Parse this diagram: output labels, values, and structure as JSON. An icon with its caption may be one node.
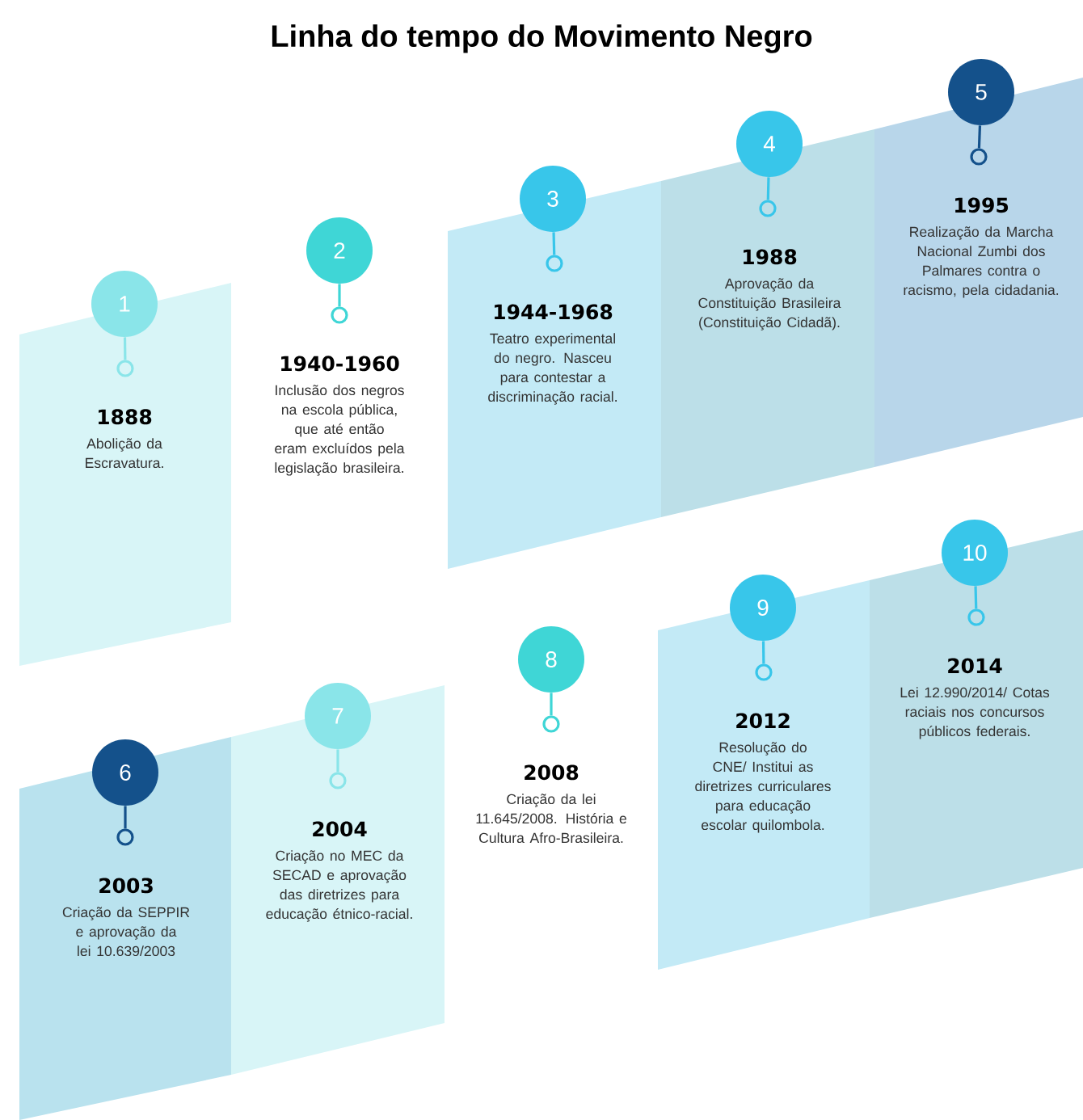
{
  "diagram": {
    "title": "Linha do tempo do Movimento Negro",
    "nodes": [
      {
        "text": [
          "1"
        ]
      },
      {
        "text": [],
        "shape": "circle",
        "in": 2
      },
      {
        "text": [
          "1888",
          "Abolição da Escravatura."
        ]
      },
      {
        "text": [
          "2"
        ]
      },
      {
        "text": [],
        "shape": "circle"
      },
      {
        "text": [
          "1940-1960",
          "Inclusão dos negros na escola pública, que até então eram excluídos pela legislação brasileira."
        ]
      },
      {
        "text": [
          "3"
        ]
      },
      {
        "text": [],
        "shape": "circle",
        "in": 8
      },
      {
        "text": [
          "1944-1968",
          "Teatro experimental do negro. Nasceu para contestar a discriminação racial."
        ]
      },
      {
        "text": [
          "4"
        ]
      },
      {
        "text": [],
        "shape": "circle",
        "in": 11
      },
      {
        "text": [
          "1988",
          "Aprovação da Constituição Brasileira (Constituição Cidadã)."
        ]
      },
      {
        "text": [
          "5"
        ]
      },
      {
        "text": [],
        "shape": "circle",
        "in": 14
      },
      {
        "text": [
          "1995",
          "Realização da Marcha Nacional Zumbi dos Palmares contra o racismo, pela cidadania."
        ]
      },
      {
        "text": [
          "6"
        ],
        "in": 17
      },
      {
        "text": [],
        "shape": "circle",
        "in": 17
      },
      {
        "text": [
          "2003",
          "Criação da SEPPIR e aprovação da lei 10.639/2003"
        ]
      },
      {
        "text": [
          "7"
        ],
        "in": 20
      },
      {
        "text": [],
        "shape": "circle",
        "in": 20
      },
      {
        "text": [
          "2004",
          "Criação no MEC da SECAD e aprovação das diretrizes para educação étnico-racial."
        ]
      },
      {
        "text": [
          "8"
        ]
      },
      {
        "text": [],
        "shape": "circle"
      },
      {
        "text": [
          "2008",
          "Criação da lei 11.645/2008. História e Cultura Afro-Brasileira."
        ]
      },
      {
        "text": [
          "9"
        ]
      },
      {
        "text": [],
        "shape": "circle",
        "in": 26
      },
      {
        "text": [
          "2012",
          "Resolução do CNE/ Institui as diretrizes curriculares para educação escolar quilombola."
        ]
      },
      {
        "text": [
          "10"
        ]
      },
      {
        "text": [],
        "shape": "circle",
        "in": 29
      },
      {
        "text": [
          "2014",
          "Lei 12.990/2014/ Cotas raciais nos concursos públicos federais."
        ]
      }
    ],
    "edges": [
      {
        "from": 0,
        "to": 1,
        "arrow": "none"
      },
      {
        "from": 3,
        "to": 4,
        "arrow": "none"
      },
      {
        "from": 6,
        "to": 7,
        "arrow": "none"
      },
      {
        "from": 9,
        "to": 10,
        "arrow": "none"
      },
      {
        "from": 12,
        "to": 13,
        "arrow": "none",
        "color": "#14518b"
      },
      {
        "from": 15,
        "to": 16,
        "arrow": "none",
        "color": "#14518b"
      },
      {
        "from": 18,
        "to": 19,
        "arrow": "none"
      },
      {
        "from": 21,
        "to": 22,
        "arrow": "none"
      },
      {
        "from": 24,
        "to": 25,
        "arrow": "none"
      },
      {
        "from": 27,
        "to": 28,
        "arrow": "none"
      }
    ]
  }
}
